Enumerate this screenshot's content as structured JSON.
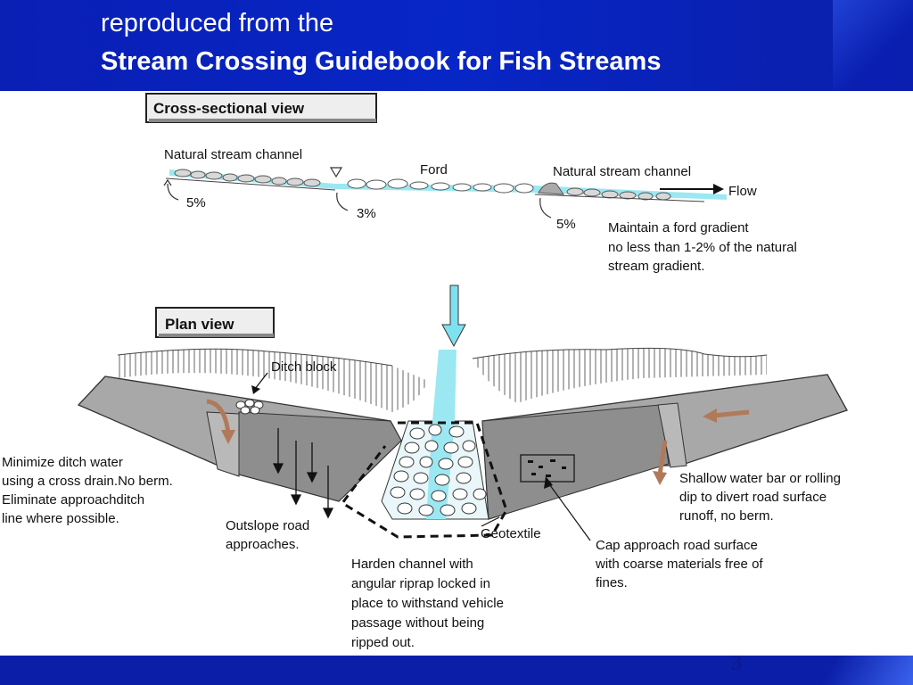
{
  "header": {
    "line1": "reproduced from the",
    "line2": "Stream Crossing Guidebook for Fish Streams"
  },
  "cross_section": {
    "title": "Cross-sectional view",
    "natural_left": "Natural stream channel",
    "ford": "Ford",
    "natural_right": "Natural stream channel",
    "flow": "Flow",
    "slope_left": "5%",
    "slope_mid": "3%",
    "slope_right": "5%",
    "gradient_note": [
      "Maintain a ford gradient",
      "no less than 1-2% of the natural",
      "stream gradient."
    ]
  },
  "plan": {
    "title": "Plan view",
    "ditch_block": "Ditch block",
    "minimize": [
      "Minimize ditch water",
      "using a cross drain.No berm.",
      "Eliminate approachditch",
      "line where possible."
    ],
    "outslope": [
      "Outslope road",
      "approaches."
    ],
    "geotextile": "Geotextile",
    "harden": [
      "Harden channel with",
      "angular riprap locked in",
      "place to withstand vehicle",
      "passage without being",
      "ripped out."
    ],
    "shallow": [
      "Shallow water bar or rolling",
      "dip to divert road surface",
      "runoff, no berm."
    ],
    "cap": [
      "Cap approach road surface",
      "with coarse materials free of",
      "fines."
    ]
  },
  "colors": {
    "header_blue": "#0726c6",
    "water": "#7fe0ef",
    "road_gray": "#9a9a9a",
    "arrow_brown": "#b07a5a"
  },
  "page_number": "3"
}
